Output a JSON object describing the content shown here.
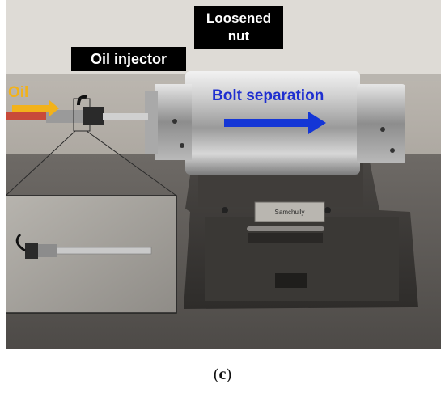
{
  "labels": {
    "loosened_nut_line1": "Loosened",
    "loosened_nut_line2": "nut",
    "oil_injector": "Oil injector",
    "bolt_separation": "Bolt separation",
    "oil": "Oil"
  },
  "plate_text": "Samchully",
  "caption": {
    "open": "(",
    "letter": "c",
    "close": ")"
  },
  "colors": {
    "bolt_arrow": "#1436d6",
    "oil_arrow": "#f2b21a",
    "label_bg": "#000000"
  }
}
